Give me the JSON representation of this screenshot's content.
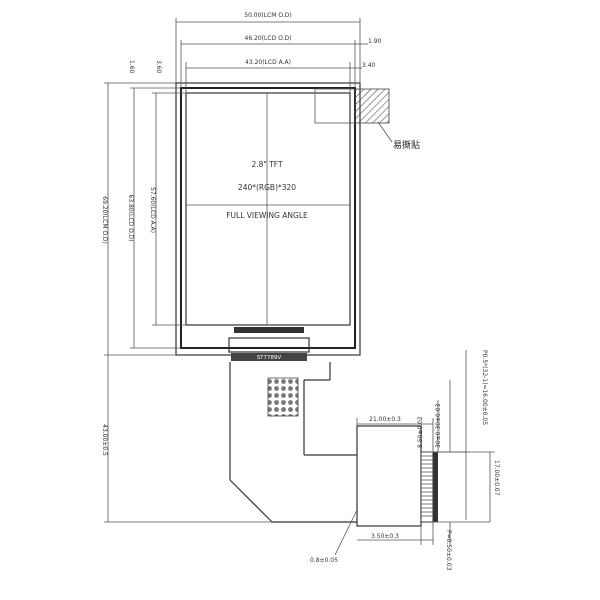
{
  "title": {
    "size": "2.8\" TFT",
    "resolution": "240*(RGB)*320",
    "viewing": "FULL VIEWING ANGLE"
  },
  "dims": {
    "lcm_od_w": "50.00(LCM O.D)",
    "lcd_od_w": "46.20(LCD O.D)",
    "lcd_aa_w": "43.20(LCD A.A)",
    "gap_1_90": "1.90",
    "gap_3_40": "3.40",
    "left_1_60": "1.60",
    "left_3_60": "3.60",
    "lcd_aa_h": "57.60(LCD A.A)",
    "lcd_od_h": "63.80(LCD O.D)",
    "lcm_od_h": "69.20(LCM O.D)",
    "total_h": "43.00±0.5",
    "fpc_w": "21.00±0.3",
    "pin_a": "8.50±0.02",
    "pin_b": "30±0.30±0.03",
    "pitch_total": "P0.5*(32-1)=16.00±0.05",
    "fpc_h": "17.00±0.07",
    "tail": "3.50±0.3",
    "pitch": "P=0.50±0.03",
    "thickness": "0.8±0.05",
    "ic_label": "ST7789V"
  },
  "annotation": {
    "tape": "易撕贴"
  }
}
